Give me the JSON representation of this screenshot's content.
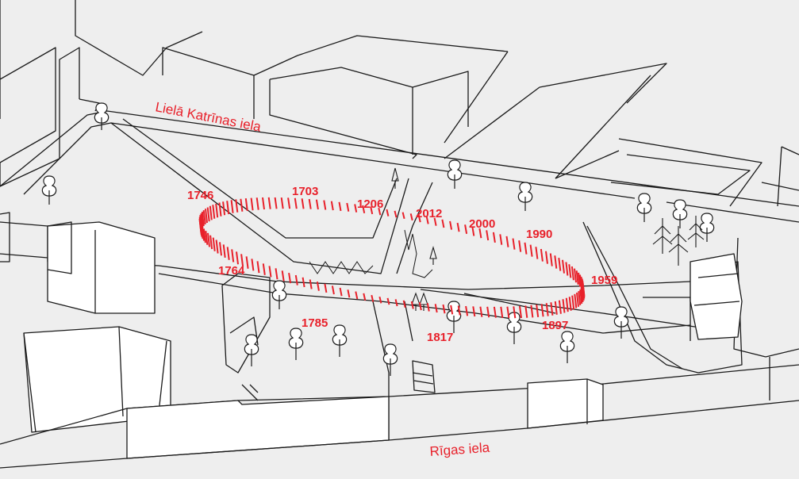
{
  "colors": {
    "accent": "#e8202a",
    "ink": "#1a1a1a",
    "background": "#eeeeee"
  },
  "streets": {
    "north": "Lielā Katrīnas iela",
    "south": "Rīgas iela"
  },
  "years": [
    "1746",
    "1703",
    "1206",
    "2012",
    "2000",
    "1990",
    "1959",
    "1764",
    "1785",
    "1817",
    "1897"
  ]
}
